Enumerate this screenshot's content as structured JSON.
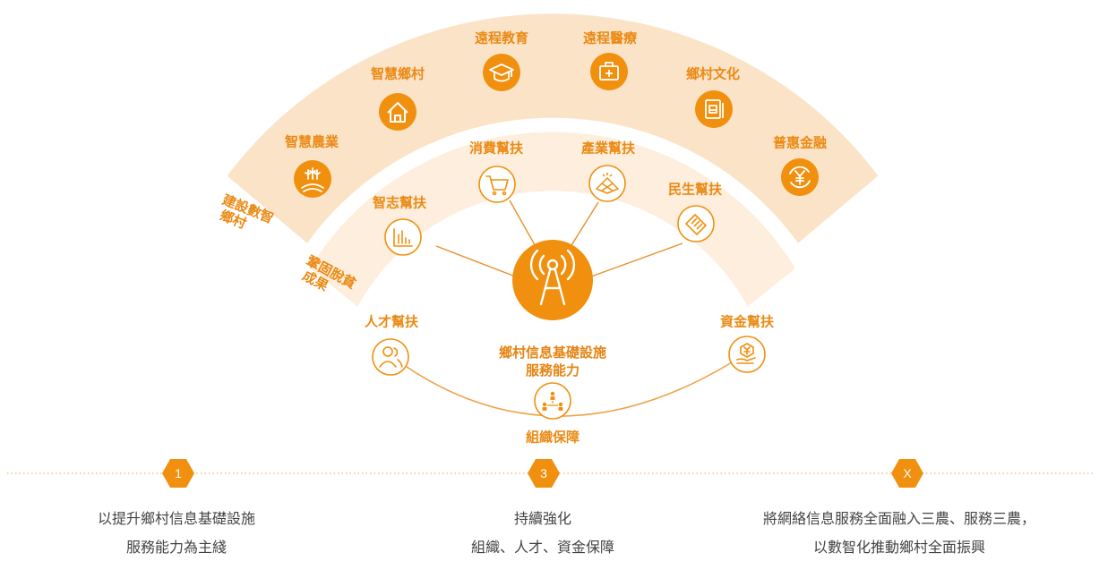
{
  "colors": {
    "accent": "#f0900e",
    "outer_band": "#fbe3c8",
    "inner_band": "#fdeedd",
    "text": "#444444"
  },
  "diagram": {
    "center": {
      "icon": "signal-tower-icon",
      "label_line1": "鄉村信息基礎設施",
      "label_line2": "服務能力"
    },
    "outer_ring": {
      "label_line1": "建設數智",
      "label_line2": "鄉村",
      "items": [
        {
          "label": "智慧農業",
          "icon": "farm-field-icon"
        },
        {
          "label": "智慧鄉村",
          "icon": "house-icon"
        },
        {
          "label": "遠程教育",
          "icon": "graduation-cap-icon"
        },
        {
          "label": "遠程醫療",
          "icon": "medical-kit-icon"
        },
        {
          "label": "鄉村文化",
          "icon": "book-icon"
        },
        {
          "label": "普惠金融",
          "icon": "yuan-coin-icon"
        }
      ]
    },
    "inner_ring": {
      "label_line1": "鞏固脫貧",
      "label_line2": "成果",
      "items": [
        {
          "label": "智志幫扶",
          "icon": "bar-chart-icon"
        },
        {
          "label": "消費幫扶",
          "icon": "shopping-cart-icon"
        },
        {
          "label": "產業幫扶",
          "icon": "solar-field-icon"
        },
        {
          "label": "民生幫扶",
          "icon": "handshake-icon"
        }
      ]
    },
    "support": [
      {
        "label": "人才幫扶",
        "icon": "people-icon"
      },
      {
        "label": "組織保障",
        "icon": "org-chart-icon"
      },
      {
        "label": "資金幫扶",
        "icon": "money-hand-icon"
      }
    ]
  },
  "steps": [
    {
      "badge": "1",
      "line1": "以提升鄉村信息基礎設施",
      "line2": "服務能力為主綫"
    },
    {
      "badge": "3",
      "line1": "持續強化",
      "line2": "組織、人才、資金保障"
    },
    {
      "badge": "X",
      "line1": "將網絡信息服務全面融入三農、服務三農，",
      "line2": "以數智化推動鄉村全面振興"
    }
  ]
}
